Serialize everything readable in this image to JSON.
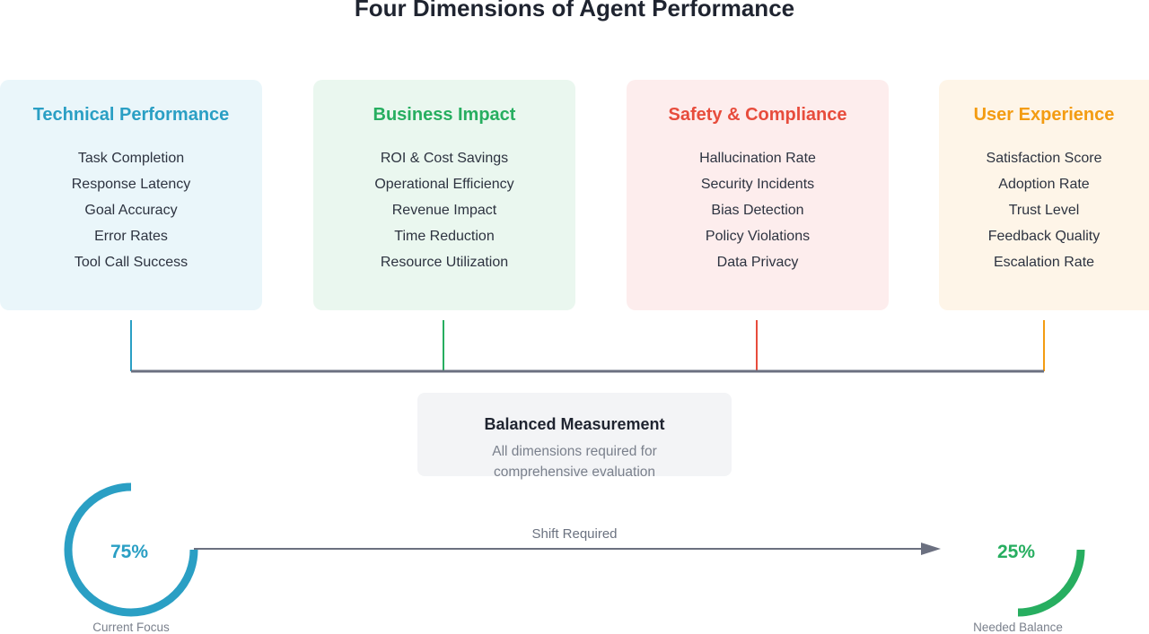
{
  "title": "Four Dimensions of Agent Performance",
  "dimensions": [
    {
      "name": "Technical Performance",
      "color": "#2a9fc4",
      "bg": "#eaf6fa",
      "items": [
        "Task Completion",
        "Response Latency",
        "Goal Accuracy",
        "Error Rates",
        "Tool Call Success"
      ]
    },
    {
      "name": "Business Impact",
      "color": "#27ae60",
      "bg": "#eaf7ef",
      "items": [
        "ROI & Cost Savings",
        "Operational Efficiency",
        "Revenue Impact",
        "Time Reduction",
        "Resource Utilization"
      ]
    },
    {
      "name": "Safety & Compliance",
      "color": "#e74c3c",
      "bg": "#fdeded",
      "items": [
        "Hallucination Rate",
        "Security Incidents",
        "Bias Detection",
        "Policy Violations",
        "Data Privacy"
      ]
    },
    {
      "name": "User Experience",
      "color": "#f39c12",
      "bg": "#fef5e8",
      "items": [
        "Satisfaction Score",
        "Adoption Rate",
        "Trust Level",
        "Feedback Quality",
        "Escalation Rate"
      ]
    }
  ],
  "balanced": {
    "heading": "Balanced Measurement",
    "line1": "All dimensions required for",
    "line2": "comprehensive evaluation"
  },
  "shift": {
    "label": "Shift Required",
    "current": {
      "value": "75%",
      "fraction": 0.75,
      "caption": "Current Focus",
      "color": "#2a9fc4"
    },
    "needed": {
      "value": "25%",
      "fraction": 0.25,
      "caption": "Needed Balance",
      "color": "#27ae60"
    },
    "arrow_color": "#6b7080"
  }
}
